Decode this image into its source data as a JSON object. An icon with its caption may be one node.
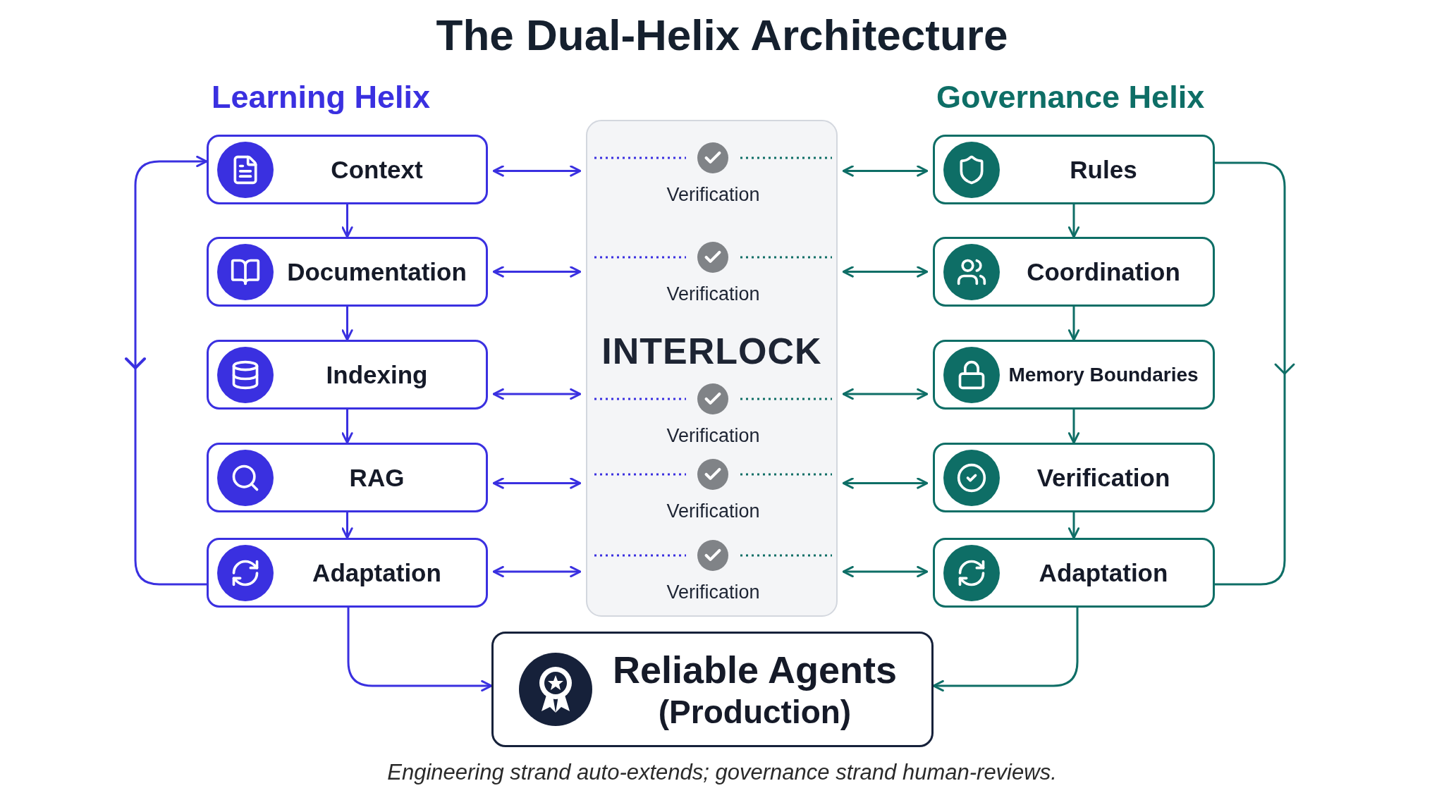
{
  "diagram": {
    "title": "The Dual-Helix Architecture",
    "caption": "Engineering strand auto-extends; governance strand human-reviews.",
    "labels": [
      "Learning Helix",
      "Governance Helix"
    ],
    "nodes": [
      {
        "text": [
          "Context"
        ]
      },
      {
        "text": [
          "Documentation"
        ]
      },
      {
        "text": [
          "Indexing"
        ]
      },
      {
        "text": [
          "RAG"
        ]
      },
      {
        "text": [
          "Adaptation"
        ]
      },
      {
        "text": [
          "INTERLOCK"
        ]
      },
      {
        "text": [
          "Verification"
        ],
        "in": 5
      },
      {
        "text": [
          "Verification"
        ],
        "in": 5
      },
      {
        "text": [
          "Verification"
        ],
        "in": 5
      },
      {
        "text": [
          "Verification"
        ],
        "in": 5
      },
      {
        "text": [
          "Verification"
        ],
        "in": 5
      },
      {
        "text": [
          "Rules"
        ]
      },
      {
        "text": [
          "Coordination"
        ]
      },
      {
        "text": [
          "Memory Boundaries"
        ]
      },
      {
        "text": [
          "Verification"
        ]
      },
      {
        "text": [
          "Adaptation"
        ]
      },
      {
        "text": [
          "Reliable Agents",
          "(Production)"
        ]
      }
    ],
    "edges": [
      {
        "from": 0,
        "to": 1,
        "arrow": "to"
      },
      {
        "from": 1,
        "to": 2,
        "arrow": "to"
      },
      {
        "from": 2,
        "to": 3,
        "arrow": "to"
      },
      {
        "from": 3,
        "to": 4,
        "arrow": "to"
      },
      {
        "from": 4,
        "to": 0,
        "arrow": "to"
      },
      {
        "from": 11,
        "to": 12,
        "arrow": "to",
        "color": "#0e6e66"
      },
      {
        "from": 12,
        "to": 13,
        "arrow": "to",
        "color": "#0e6e66"
      },
      {
        "from": 13,
        "to": 14,
        "arrow": "to",
        "color": "#0e6e66"
      },
      {
        "from": 14,
        "to": 15,
        "arrow": "to",
        "color": "#0e6e66"
      },
      {
        "from": 11,
        "to": 15,
        "arrow": "to",
        "color": "#0e6e66"
      },
      {
        "from": 0,
        "to": 6,
        "arrow": "both"
      },
      {
        "from": 1,
        "to": 7,
        "arrow": "both"
      },
      {
        "from": 2,
        "to": 8,
        "arrow": "both"
      },
      {
        "from": 3,
        "to": 9,
        "arrow": "both"
      },
      {
        "from": 4,
        "to": 10,
        "arrow": "both"
      },
      {
        "from": 6,
        "to": 11,
        "arrow": "both",
        "color": "#0e6e66"
      },
      {
        "from": 7,
        "to": 12,
        "arrow": "both",
        "color": "#0e6e66"
      },
      {
        "from": 8,
        "to": 13,
        "arrow": "both",
        "color": "#0e6e66"
      },
      {
        "from": 9,
        "to": 14,
        "arrow": "both",
        "color": "#0e6e66"
      },
      {
        "from": 10,
        "to": 15,
        "arrow": "both",
        "color": "#0e6e66"
      },
      {
        "from": 4,
        "to": 16,
        "arrow": "to"
      },
      {
        "from": 15,
        "to": 16,
        "arrow": "to",
        "color": "#0e6e66"
      }
    ]
  }
}
